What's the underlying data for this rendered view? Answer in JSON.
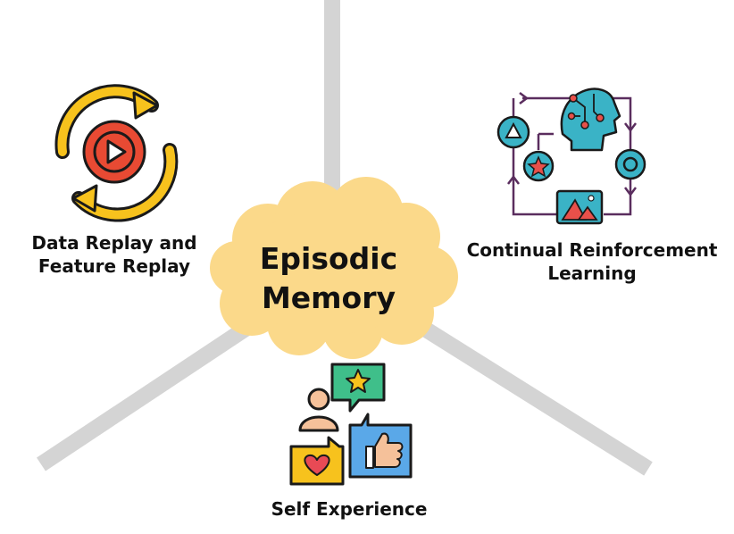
{
  "center": {
    "line1": "Episodic",
    "line2": "Memory"
  },
  "branches": {
    "left": {
      "line1": "Data Replay and",
      "line2": "Feature Replay",
      "icon": "replay-cycle-icon"
    },
    "right": {
      "line1": "Continual Reinforcement",
      "line2": "Learning",
      "icon": "ai-head-loop-icon"
    },
    "bottom": {
      "line1": "Self Experience",
      "icon": "feedback-chat-icon"
    }
  },
  "colors": {
    "spoke": "#d4d4d4",
    "cloud": "#fbd98a",
    "outline": "#1a1a1a",
    "replay_ring": "#f7c21d",
    "replay_play": "#e84a33",
    "rl_head": "#3ab3c6",
    "rl_frame": "#5a2d5e",
    "rl_accent": "#e8504a"
  }
}
